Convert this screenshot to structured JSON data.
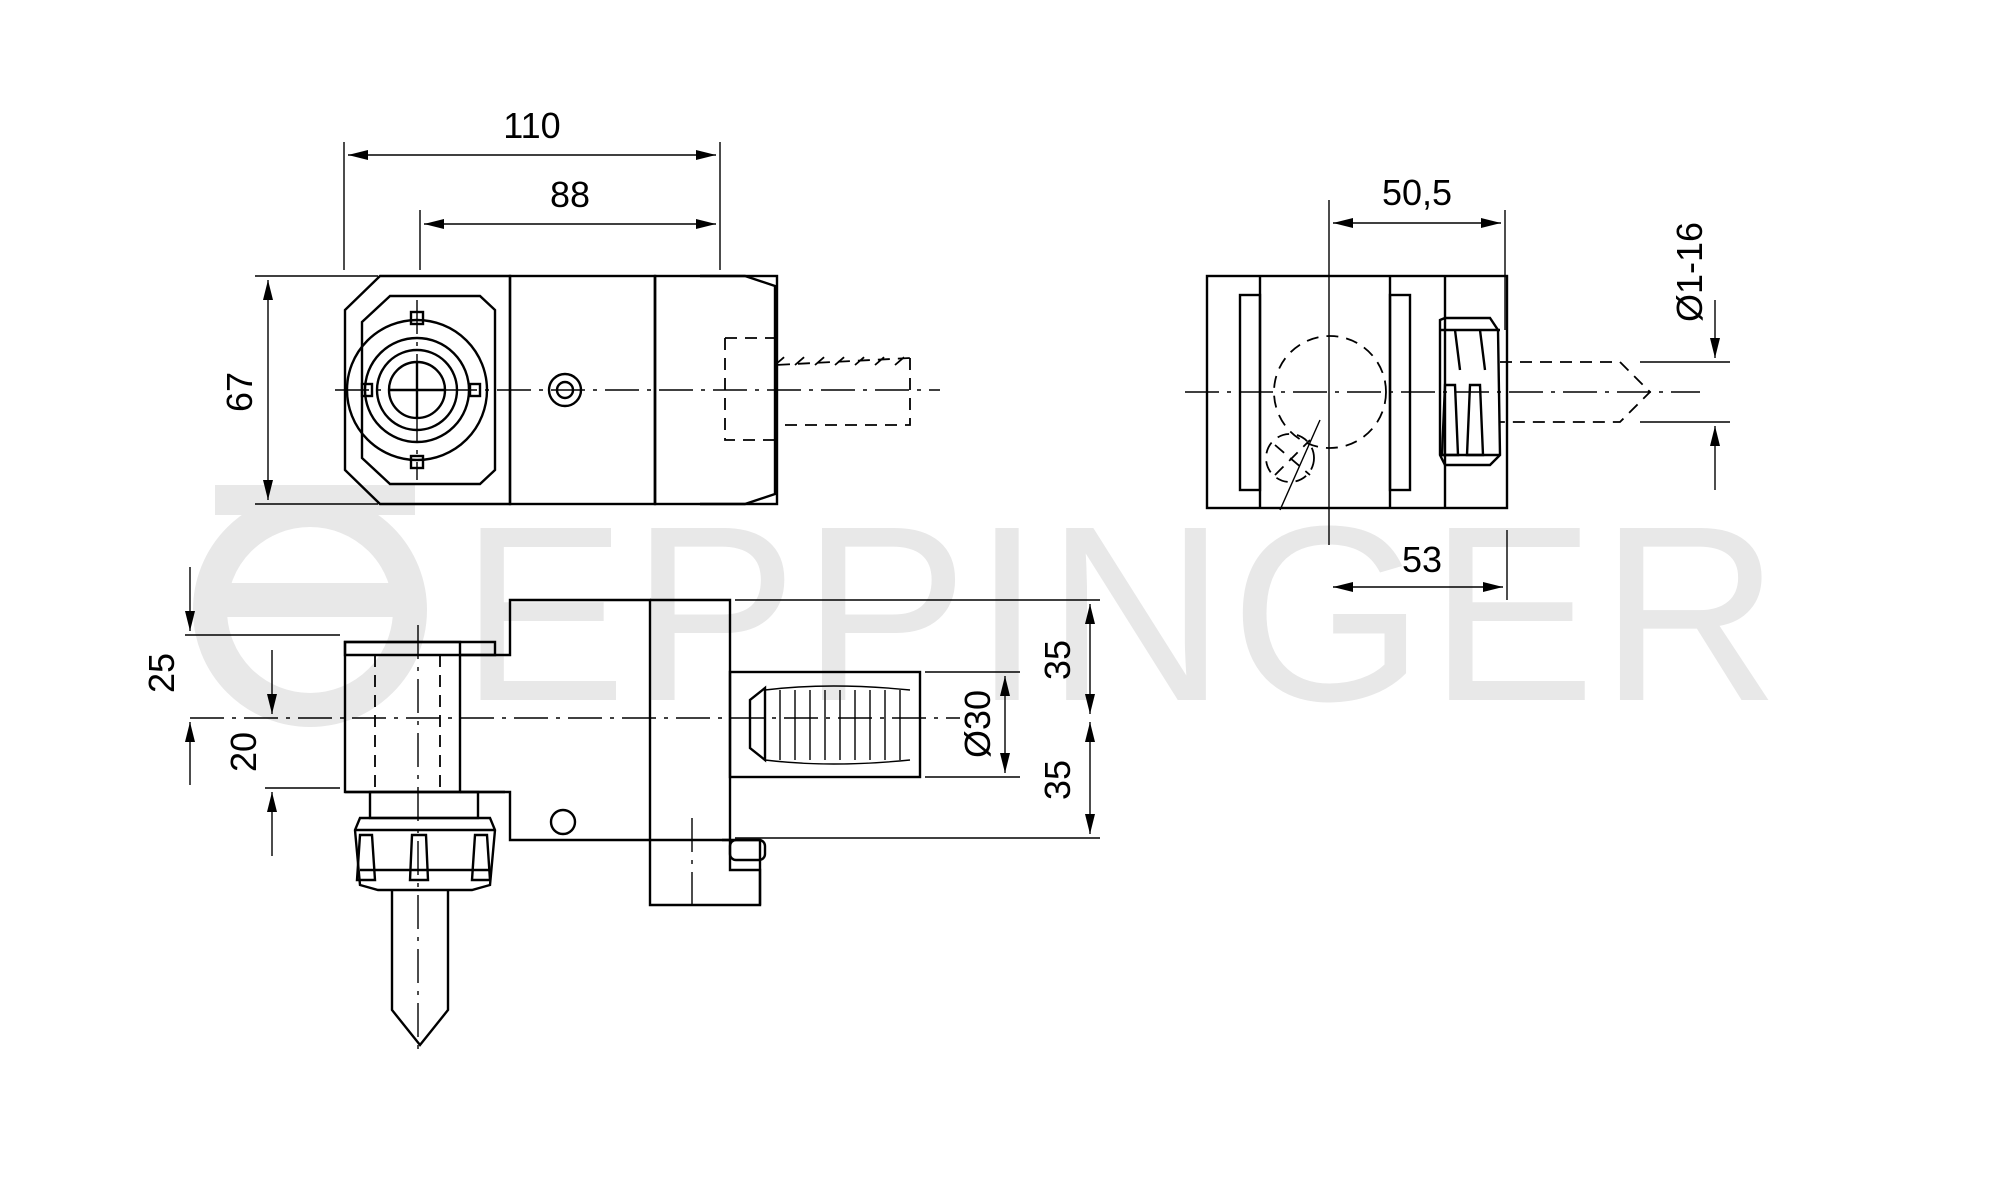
{
  "watermark": {
    "text": "EPPINGER",
    "color": "#e8e8e8"
  },
  "line_color": "#000000",
  "dimensions": {
    "top_overall_length": "110",
    "top_length": "88",
    "top_height": "67",
    "right_top_width": "50,5",
    "right_bottom_width": "53",
    "collet_range": "Ø1-16",
    "left_offset_upper": "25",
    "left_offset_lower": "20",
    "shank_half_upper": "35",
    "shank_half_lower": "35",
    "shank_diameter": "Ø30"
  }
}
